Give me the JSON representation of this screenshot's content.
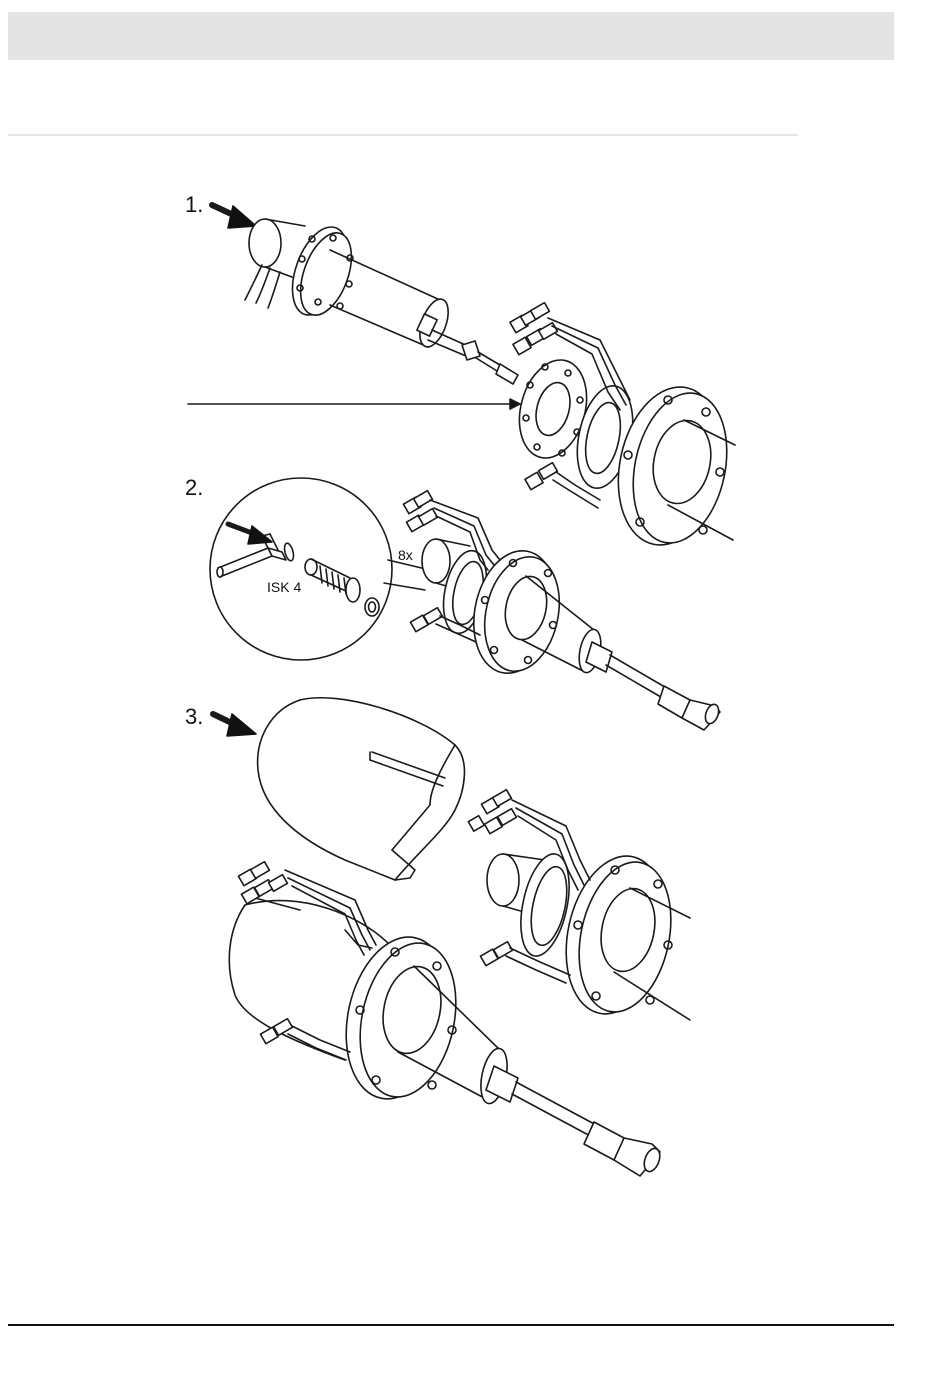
{
  "figure": {
    "steps": [
      {
        "label": "1."
      },
      {
        "label": "2."
      },
      {
        "label": "3."
      }
    ],
    "callouts": {
      "count": "8x",
      "tool": "ISK 4"
    }
  }
}
